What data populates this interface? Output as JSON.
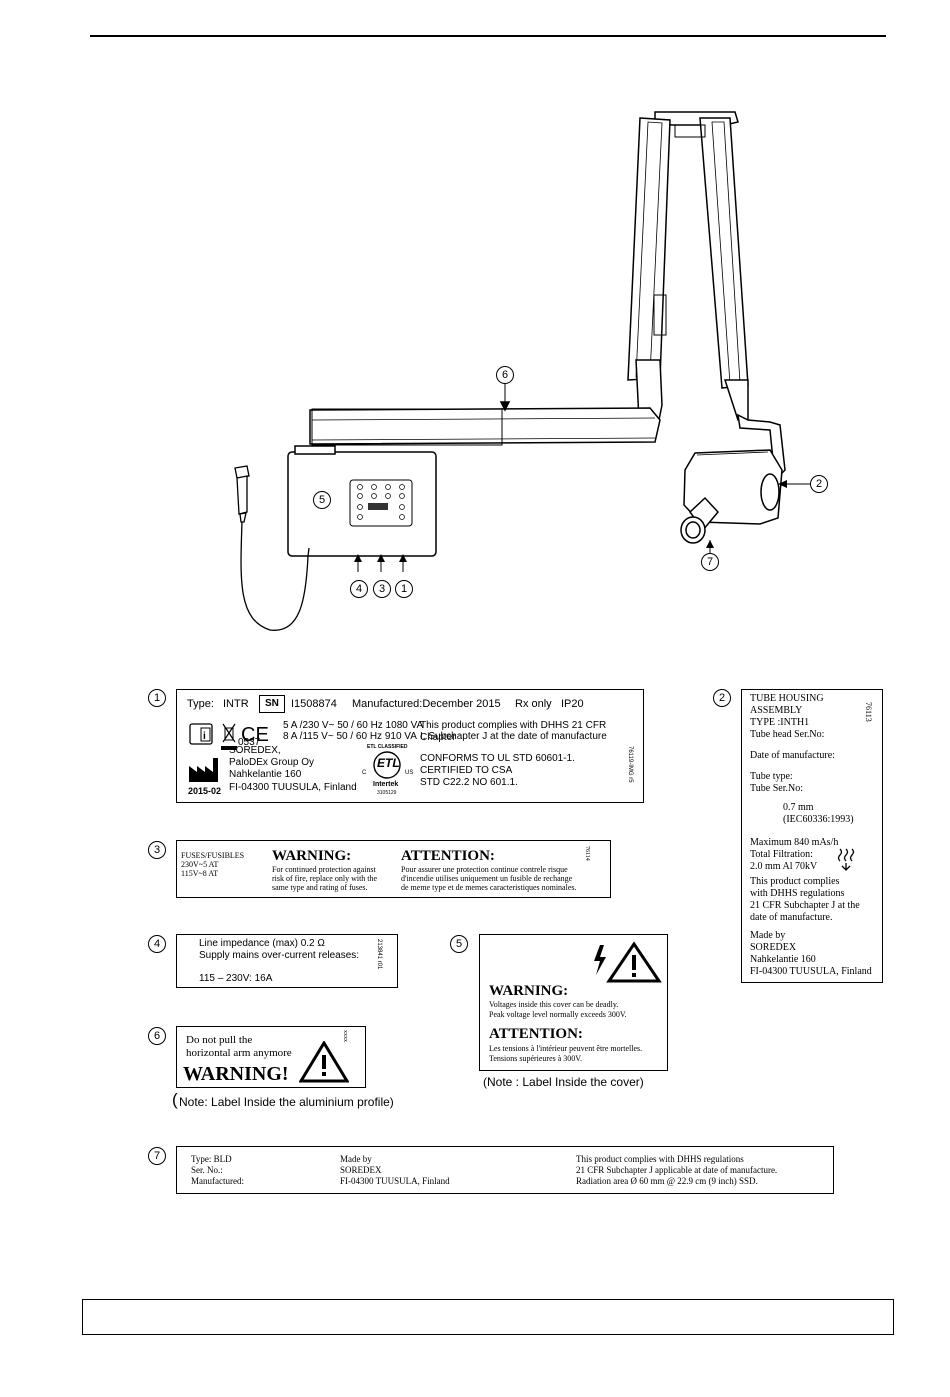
{
  "callouts": [
    "1",
    "2",
    "3",
    "4",
    "5",
    "6",
    "7"
  ],
  "label1": {
    "type_label": "Type:",
    "type_value": "INTR",
    "sn_badge": "SN",
    "serial": "I1508874",
    "manufactured": "Manufactured:December 2015",
    "rx_only": "Rx only",
    "ip": "IP20",
    "ce_number": "0537",
    "power1": "5 A /230 V~  50 / 60 Hz 1080 VA",
    "power2": "8 A /115 V~  50 / 60 Hz 910 VA",
    "complies1": "This product complies with DHHS 21 CFR Chapter",
    "complies2": "I, Subchapter J at the date of manufacture",
    "mfr_name": "SOREDEX,",
    "mfr_group": "PaloDEx Group Oy",
    "mfr_street": "Nahkelantie 160",
    "mfr_city": "FI-04300 TUUSULA, Finland",
    "mfr_date": "2015-02",
    "etl_top": "ETL CLASSIFIED",
    "etl_mark": "ETL",
    "etl_c": "C",
    "etl_us": "US",
    "intertek": "Intertek",
    "intertek_num": "3105129",
    "conforms": "CONFORMS TO UL STD 60601-1.",
    "certified": "CERTIFIED TO CSA",
    "std": "STD C22.2 NO 601.1.",
    "side_code": "76119-IMG r5"
  },
  "label2": {
    "lines1": [
      "TUBE HOUSING",
      "ASSEMBLY",
      "TYPE :INTH1",
      "Tube head Ser.No:"
    ],
    "date": "Date of manufacture:",
    "tube_type": "Tube type:",
    "tube_ser": "Tube Ser.No:",
    "spot1": "0.7 mm",
    "spot2": "(IEC60336:1993)",
    "max": "Maximum 840 mAs/h",
    "filt1": "Total Filtration:",
    "filt2": "2.0 mm Al 70kV",
    "comp": [
      "This product complies",
      "with DHHS regulations",
      "21 CFR Subchapter J at the",
      "date of manufacture."
    ],
    "made": [
      "Made by",
      "SOREDEX",
      "Nahkelantie 160",
      "FI-04300 TUUSULA, Finland"
    ],
    "side_code": "76113"
  },
  "label3": {
    "fuses_title": "FUSES/FUSIBLES",
    "fuse1": "230V~5 AT",
    "fuse2": "115V~8 AT",
    "warning": "WARNING:",
    "warning_text": [
      "For continued protection against",
      "risk of fire, replace only with the",
      "same type and rating of fuses."
    ],
    "attention": "ATTENTION:",
    "attention_text": [
      "Pour assurer une protection continue contrele risque",
      "d'incendie utilises uniquement un fusible de rechange",
      "de meme type et de memes caracteristiques nominales."
    ],
    "side_code": "76114"
  },
  "label4": {
    "line1": "Line impedance (max) 0.2 Ω",
    "line2": "Supply mains over-current releases:",
    "line3": "115 – 230V: 16A",
    "side_code": "213841 r01"
  },
  "label5": {
    "warning": "WARNING:",
    "warning_text": [
      "Voltages inside this cover can be deadly.",
      "Peak voltage level normally exceeds 300V."
    ],
    "attention": "ATTENTION:",
    "attention_text": [
      "Les tensions à l'intérieur peuvent être mortelles.",
      "Tensions supérieures à 300V."
    ],
    "note": "(Note : Label Inside the cover)"
  },
  "label6": {
    "line1": "Do not pull the",
    "line2": "horizontal arm anymore",
    "warning": "WARNING!",
    "side_code": "xxxx",
    "note_paren": "(",
    "note": "Note: Label Inside the aluminium profile)"
  },
  "label7": {
    "col1": [
      "Type: BLD",
      "Ser. No.:",
      "Manufactured:"
    ],
    "col2": [
      "Made by",
      "SOREDEX",
      "FI-04300 TUUSULA, Finland"
    ],
    "col3": [
      "This product complies with DHHS regulations",
      "21 CFR Subchapter J applicable at date of manufacture.",
      "Radiation area  Ø 60 mm @ 22.9 cm (9 inch) SSD."
    ]
  }
}
